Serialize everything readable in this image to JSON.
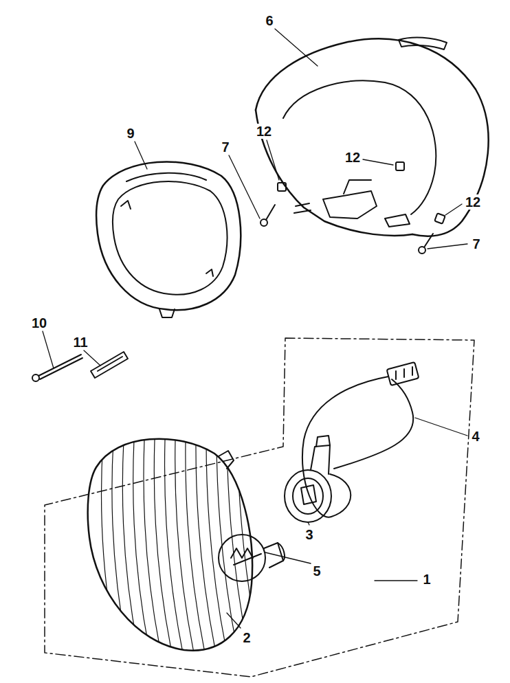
{
  "diagram": {
    "labels": [
      "6",
      "9",
      "12",
      "7",
      "12",
      "12",
      "7",
      "10",
      "11",
      "4",
      "3",
      "5",
      "1",
      "2"
    ]
  }
}
